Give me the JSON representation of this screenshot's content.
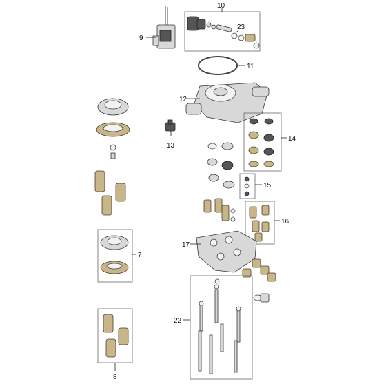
{
  "diagram": {
    "callouts": {
      "c7": "7",
      "c8": "8",
      "c9": "9",
      "c10": "10",
      "c11": "11",
      "c12": "12",
      "c13": "13",
      "c14": "14",
      "c15": "15",
      "c16": "16",
      "c17": "17",
      "c22": "22",
      "c23": "23"
    }
  }
}
